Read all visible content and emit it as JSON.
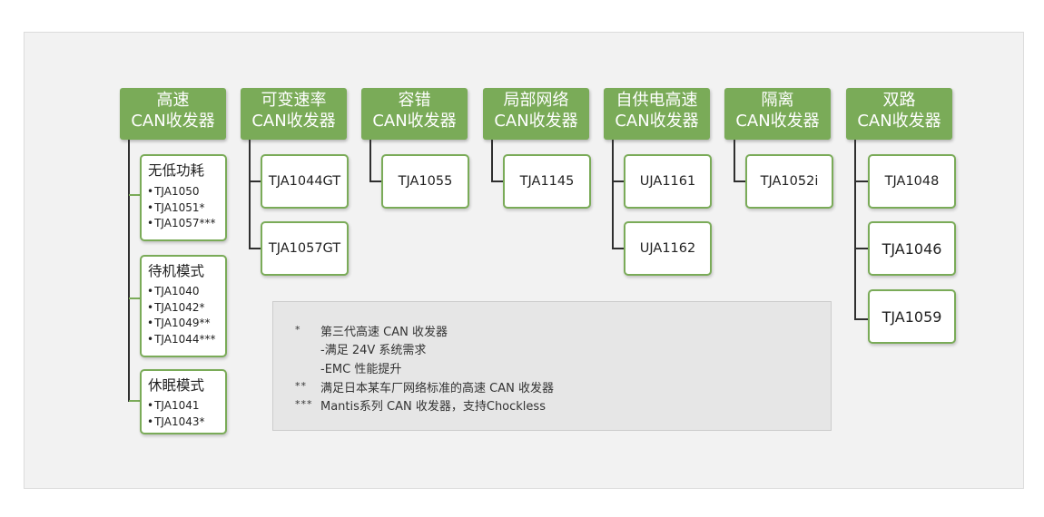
{
  "categories": [
    {
      "line1": "高速",
      "line2": "CAN收发器"
    },
    {
      "line1": "可变速率",
      "line2": "CAN收发器"
    },
    {
      "line1": "容错",
      "line2": "CAN收发器"
    },
    {
      "line1": "局部网络",
      "line2": "CAN收发器"
    },
    {
      "line1": "自供电高速",
      "line2": "CAN收发器"
    },
    {
      "line1": "隔离",
      "line2": "CAN收发器"
    },
    {
      "line1": "双路",
      "line2": "CAN收发器"
    }
  ],
  "groups": [
    {
      "title": "无低功耗",
      "items": [
        "TJA1050",
        "TJA1051*",
        "TJA1057***"
      ]
    },
    {
      "title": "待机模式",
      "items": [
        "TJA1040",
        "TJA1042*",
        "TJA1049**",
        "TJA1044***"
      ]
    },
    {
      "title": "休眠模式",
      "items": [
        "TJA1041",
        "TJA1043*"
      ]
    }
  ],
  "chips": {
    "variable": [
      "TJA1044GT",
      "TJA1057GT"
    ],
    "fault_tolerant": [
      "TJA1055"
    ],
    "partial": [
      "TJA1145"
    ],
    "self_powered": [
      "UJA1161",
      "UJA1162"
    ],
    "isolated": [
      "TJA1052i"
    ],
    "dual": [
      "TJA1048",
      "TJA1046",
      "TJA1059"
    ]
  },
  "notes": [
    {
      "mark": "*",
      "text": "第三代高速 CAN 收发器"
    },
    {
      "mark": "",
      "text": "-满足 24V 系统需求"
    },
    {
      "mark": "",
      "text": "-EMC 性能提升"
    },
    {
      "mark": "**",
      "text": "满足日本某车厂网络标准的高速 CAN 收发器"
    },
    {
      "mark": "***",
      "text": "Mantis系列 CAN 收发器，支持Chockless"
    }
  ],
  "colors": {
    "accent": "#7aab58",
    "panel": "#f2f2f2",
    "note_bg": "#e6e6e6",
    "connector": "#2f2f2f"
  }
}
